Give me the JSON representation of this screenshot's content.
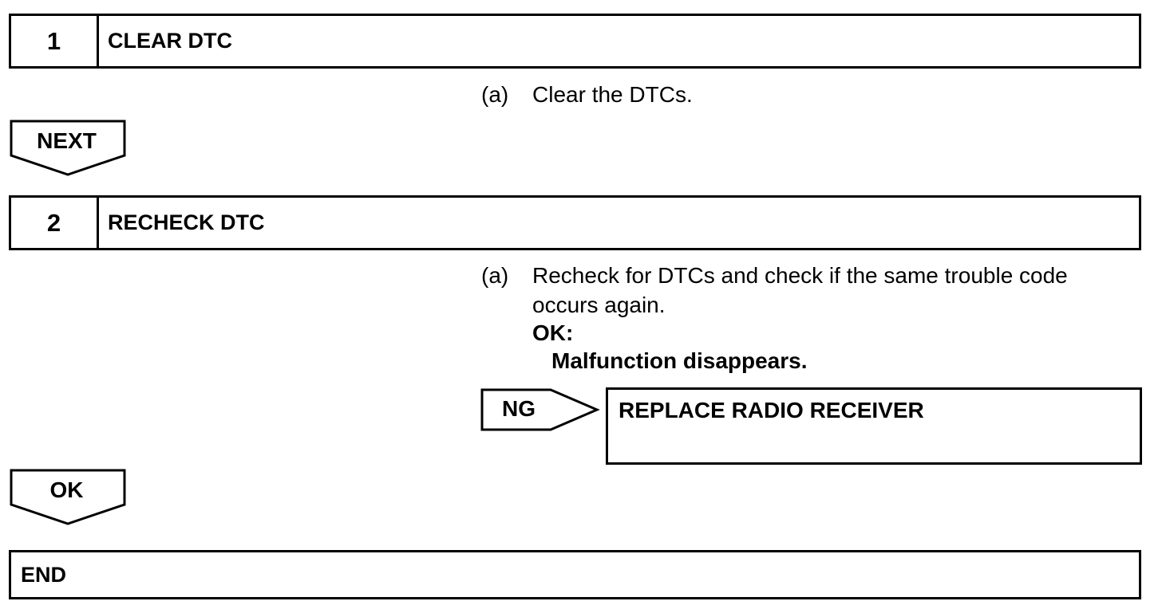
{
  "steps": [
    {
      "number": "1",
      "title": "CLEAR DTC",
      "instruction": {
        "marker": "(a)",
        "lines": [
          "Clear the DTCs."
        ]
      },
      "next_label": "NEXT"
    },
    {
      "number": "2",
      "title": "RECHECK DTC",
      "instruction": {
        "marker": "(a)",
        "lines": [
          "Recheck for DTCs and check if the same trouble code",
          "occurs again."
        ],
        "ok_label": "OK:",
        "ok_result": "Malfunction disappears."
      },
      "ng_label": "NG",
      "ng_action": "REPLACE RADIO RECEIVER",
      "ok_flow_label": "OK"
    }
  ],
  "end_label": "END"
}
